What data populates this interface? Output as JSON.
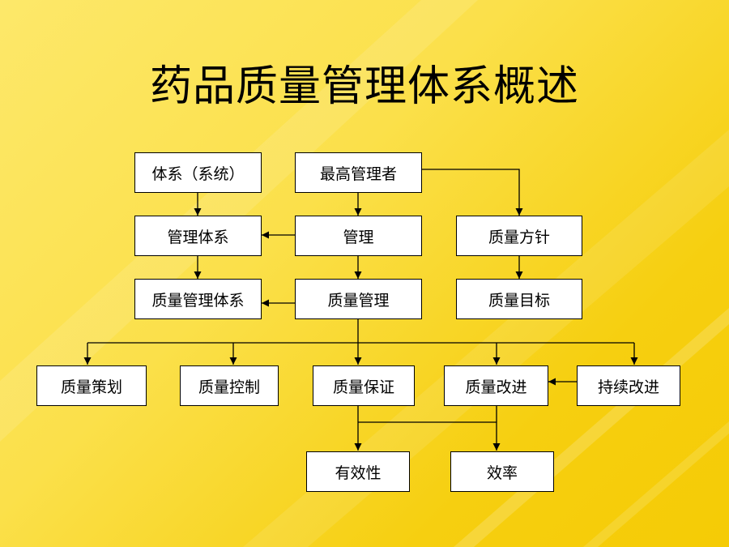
{
  "title": "药品质量管理体系概述",
  "nodes": {
    "system": "体系（系统）",
    "top_management": "最高管理者",
    "management_system": "管理体系",
    "management": "管理",
    "quality_policy": "质量方针",
    "qms": "质量管理体系",
    "quality_management": "质量管理",
    "quality_objective": "质量目标",
    "quality_planning": "质量策划",
    "quality_control": "质量控制",
    "quality_assurance": "质量保证",
    "quality_improvement": "质量改进",
    "continual_improvement": "持续改进",
    "effectiveness": "有效性",
    "efficiency": "效率"
  },
  "colors": {
    "background": "#f8d520",
    "box_fill": "#ffffff",
    "stroke": "#000000"
  }
}
